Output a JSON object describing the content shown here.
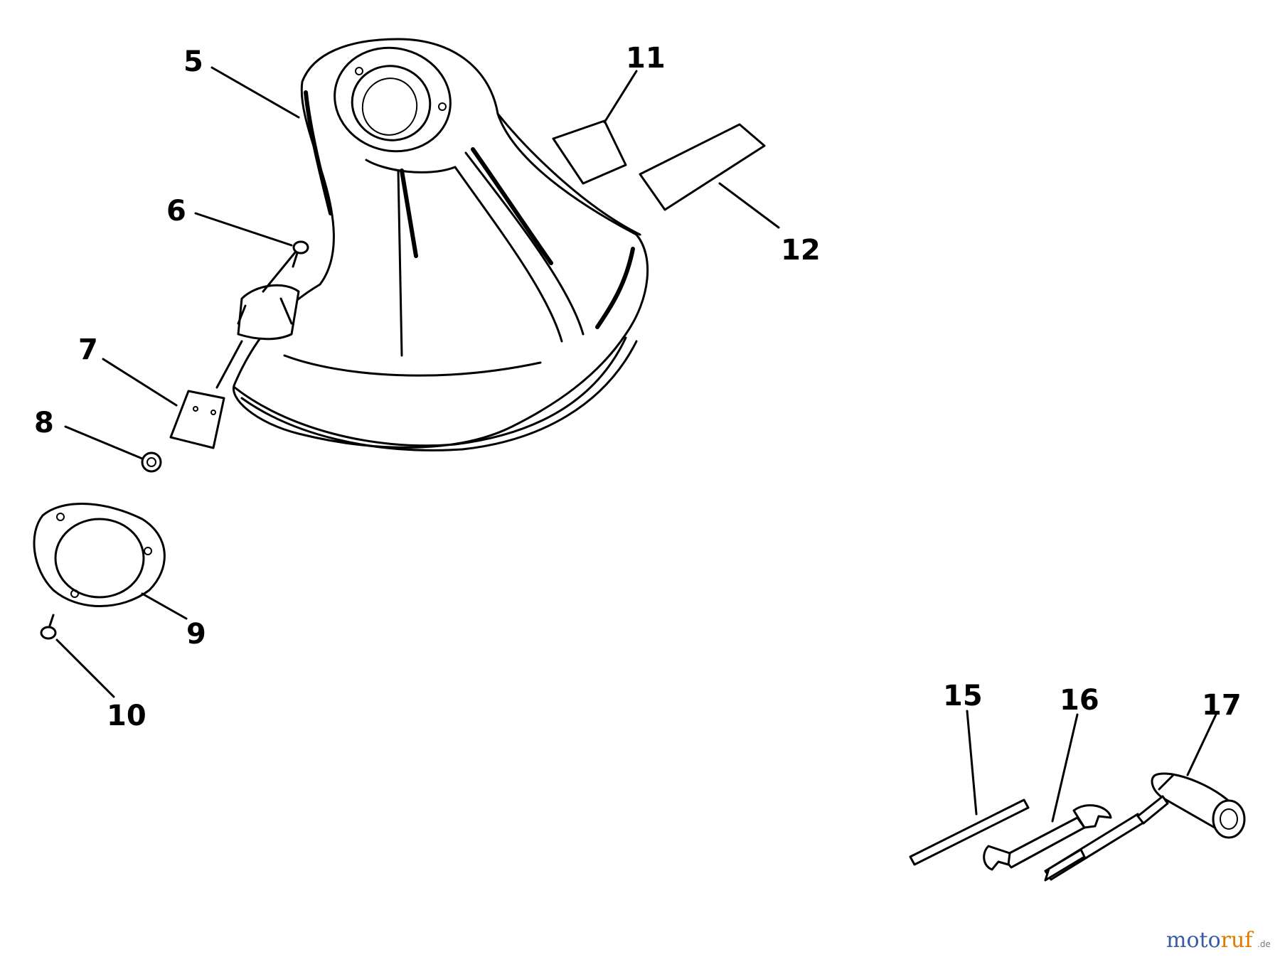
{
  "callouts": {
    "c5": "5",
    "c6": "6",
    "c7": "7",
    "c8": "8",
    "c9": "9",
    "c10": "10",
    "c11": "11",
    "c12": "12",
    "c15": "15",
    "c16": "16",
    "c17": "17"
  },
  "watermark": {
    "moto": "moto",
    "ruf": "ruf",
    "de": ".de",
    "colors": {
      "moto": "#3b5aa8",
      "ruf": "#e07b00"
    }
  }
}
